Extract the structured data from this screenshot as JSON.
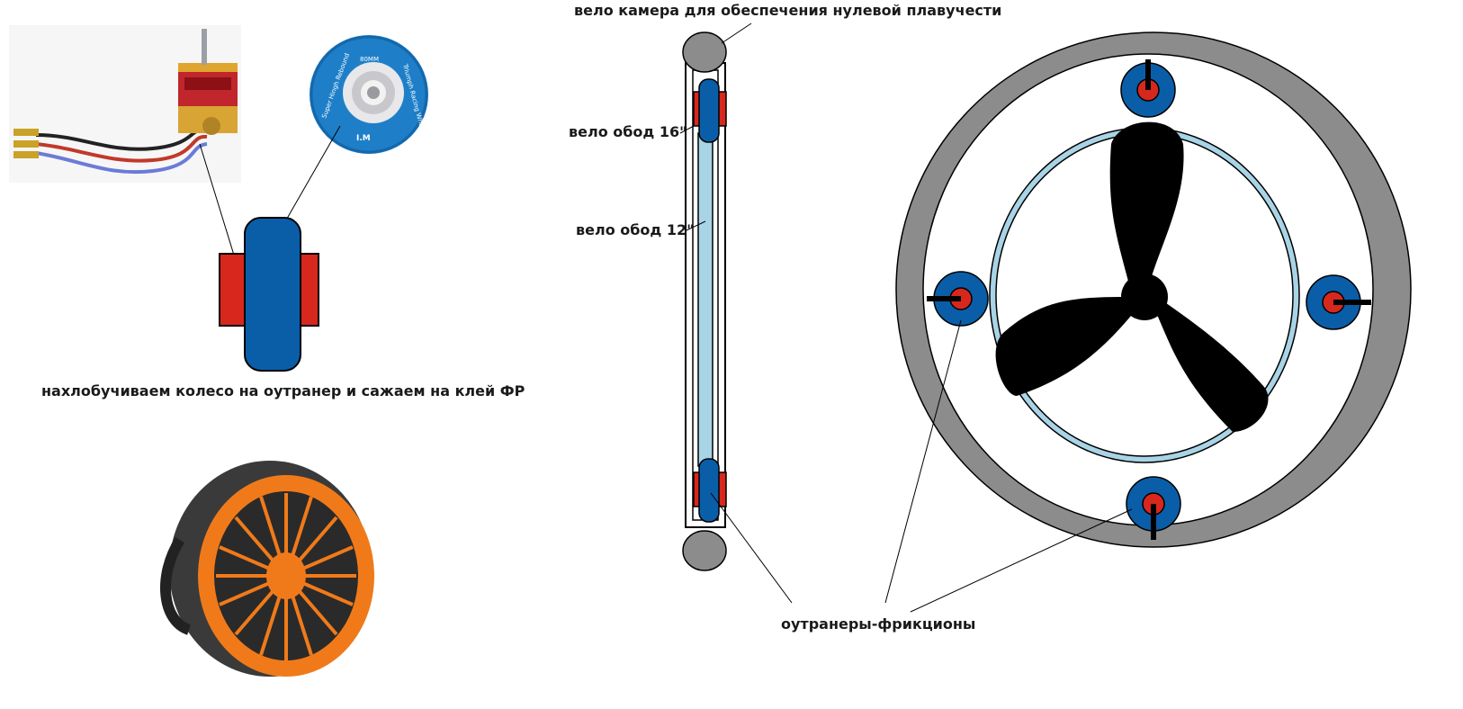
{
  "labels": {
    "tube": "вело камера для обеспечения нулевой плавучести",
    "rim16": "вело обод 16\"",
    "rim12": "вело обод 12\"",
    "caption": "нахлобучиваем колесо на оутранер и сажаем на клей ФР",
    "outrunners": "оутранеры-фрикционы"
  },
  "wheel_print": {
    "size": "80MM",
    "left_arc": "Super Hingh Rebound",
    "right_arc": "Triumph Racing Wheel",
    "logo": "I.M"
  },
  "colors": {
    "rim_blue": "#0a5ea8",
    "motor_red": "#d8271d",
    "tube_gray": "#8c8c8c",
    "rim12_light": "#a8d4e6",
    "prop_black": "#000000",
    "fan_orange": "#f07a1a",
    "wheel_blue": "#1e7fc8"
  }
}
